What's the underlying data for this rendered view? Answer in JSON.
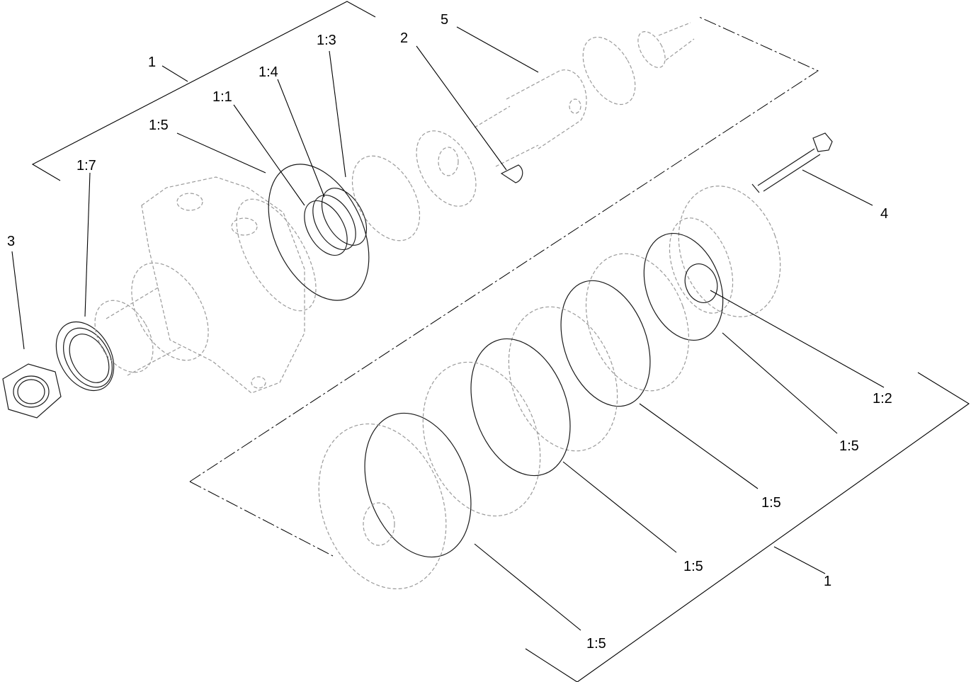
{
  "callouts": {
    "c1_top": "1",
    "c1_3": "1:3",
    "c2": "2",
    "c5": "5",
    "c1_4": "1:4",
    "c1_1": "1:1",
    "c1_5_top": "1:5",
    "c1_7": "1:7",
    "c3": "3",
    "c4": "4",
    "c1_2": "1:2",
    "c1_5_r1": "1:5",
    "c1_5_r2": "1:5",
    "c1_5_r3": "1:5",
    "c1_bottom": "1",
    "c1_5_r4": "1:5"
  }
}
